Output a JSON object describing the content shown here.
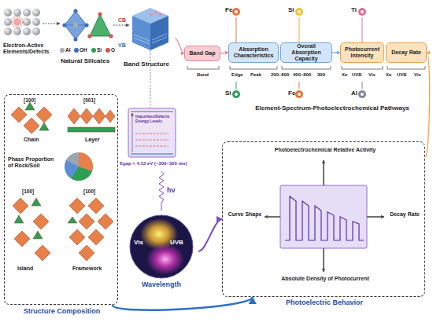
{
  "diagram": {
    "nodes": [
      {
        "text": [
          "CB",
          "VB",
          "Band Structure"
        ]
      },
      {
        "text": [
          "Band Gap"
        ]
      },
      {
        "text": [
          "Absorption Characteristics"
        ]
      },
      {
        "text": [
          "Overall Absorption Capacity"
        ]
      },
      {
        "text": [
          "Photocurrent Intensity"
        ]
      },
      {
        "text": [
          "Decay Rate"
        ]
      },
      {
        "text": [
          "Structure Composition"
        ]
      },
      {
        "text": [
          "Vis",
          "UVB",
          "Wavelength"
        ]
      },
      {
        "text": [
          "Photoelectrochemical Relative Activity",
          "Curve Shape",
          "Decay Rate",
          "Absolute Density of Photocurrent",
          "Photoelectric Behavior"
        ]
      }
    ],
    "edges": [
      {
        "from": 0,
        "to": 1,
        "arrow": "to"
      },
      {
        "from": 1,
        "to": 2,
        "arrow": "to"
      },
      {
        "from": 3,
        "to": 4,
        "arrow": "to"
      },
      {
        "from": 6,
        "to": 8,
        "arrow": "to"
      },
      {
        "from": 7,
        "to": 8,
        "arrow": "to"
      },
      {
        "from": 8,
        "to": 5,
        "arrow": "to"
      }
    ],
    "labels": [
      "Electron-Active Elements/Defects",
      "Natural Silicates",
      "Fe",
      "Si",
      "Ti",
      "Band",
      "Edge",
      "Peak",
      "200–800",
      "400–800",
      "300",
      "Xe",
      "UVB",
      "Vis",
      "Xe",
      "UVB",
      "Vis",
      "Si",
      "Fe",
      "Al",
      "Element-Spectrum-Photoelectrochemical Pathways",
      "[100]",
      "Chain",
      "[001]",
      "Layer",
      "Phase Proportion of Rock/Soil",
      "[100]",
      "Island",
      "[100]",
      "Framework",
      "Impurities/Defects Energy Levels",
      "Egap < 4.13 eV (~300–320 nm)",
      "hν"
    ],
    "legend": [
      {
        "text": "Al",
        "color": "#a7adb5"
      },
      {
        "text": "OH",
        "color": "#3e6fc0"
      },
      {
        "text": "Si",
        "color": "#2f9e5a"
      },
      {
        "text": "O",
        "color": "#d9534f"
      }
    ]
  }
}
